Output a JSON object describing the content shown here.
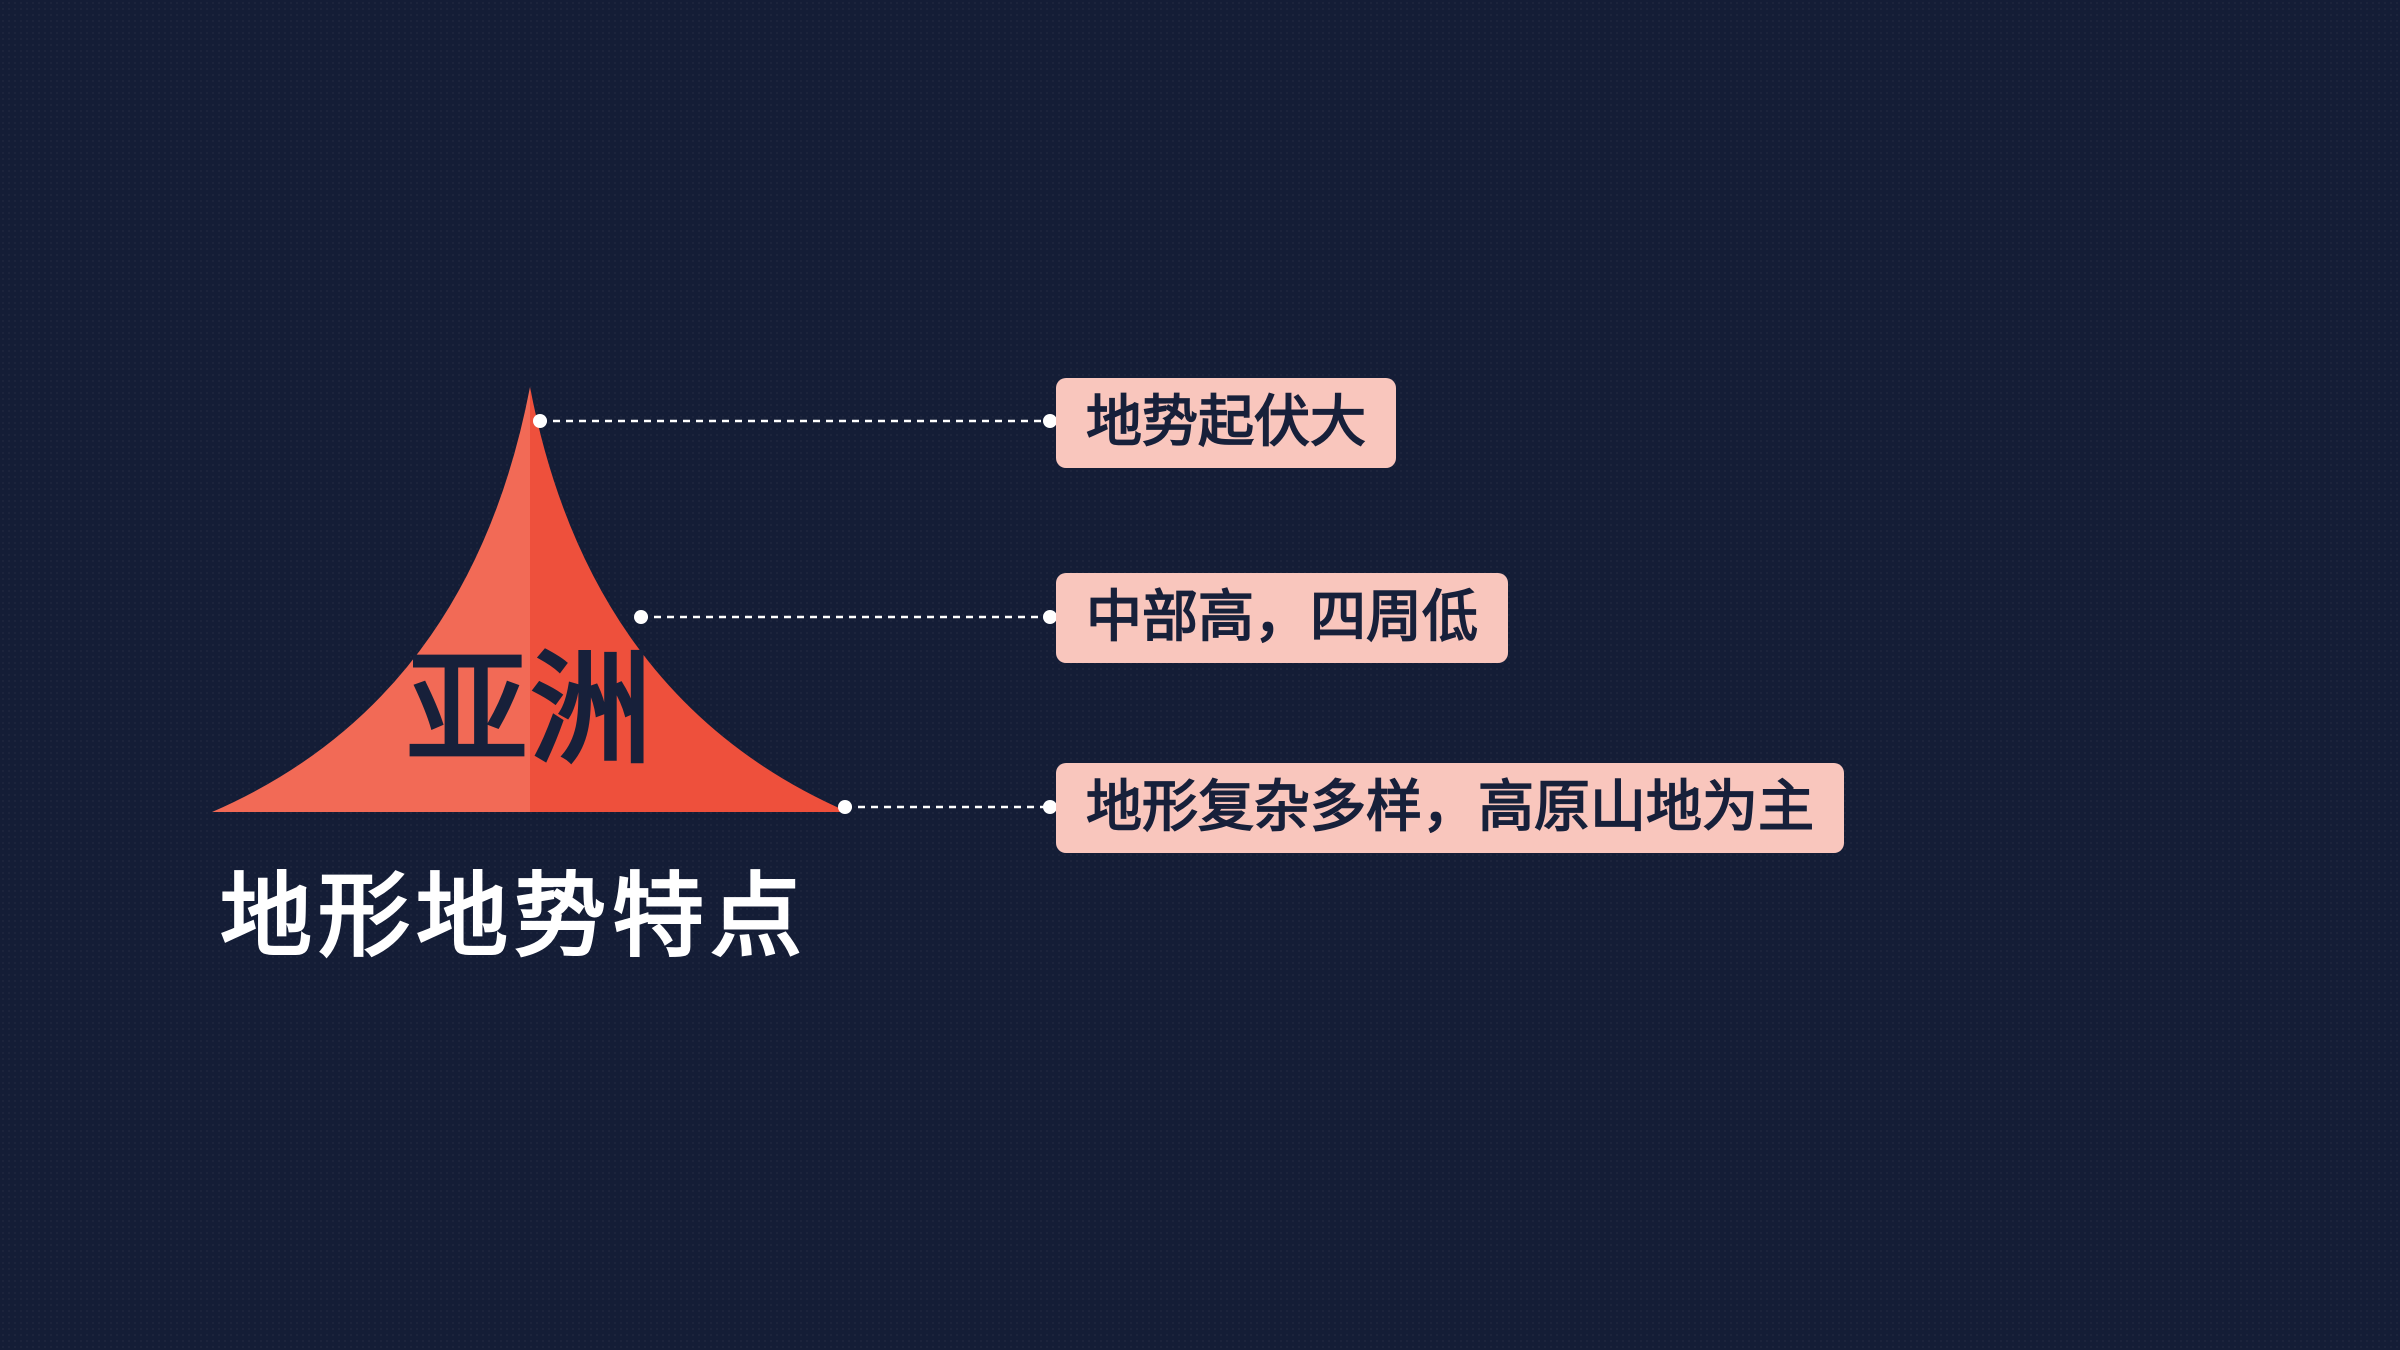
{
  "slide": {
    "mountain_label": "亚洲",
    "title": "地形地势特点",
    "points": [
      {
        "text": "地势起伏大"
      },
      {
        "text": "中部高，四周低"
      },
      {
        "text": "地形复杂多样，高原山地为主"
      }
    ]
  },
  "colors": {
    "background": "#141d36",
    "mountain_left": "#f26a56",
    "mountain_right": "#ee503c",
    "box_fill": "#f9c6bd",
    "dark_text": "#17203a",
    "title_text": "#ffffff",
    "connector": "#ffffff"
  }
}
